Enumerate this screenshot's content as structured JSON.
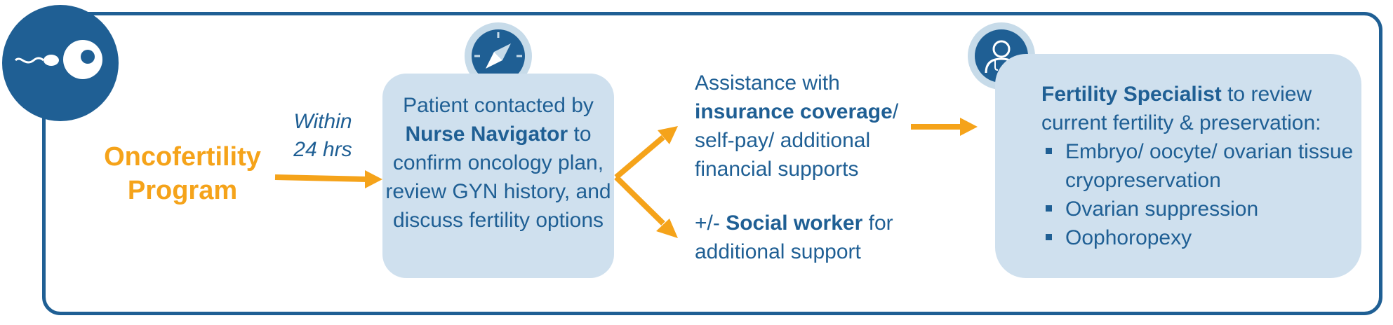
{
  "program": {
    "line1": "Oncofertility",
    "line2": "Program"
  },
  "timing": {
    "line1": "Within",
    "line2": "24 hrs"
  },
  "nurse_step": {
    "prefix": "Patient contacted by",
    "bold": "Nurse Navigator",
    "suffix": " to confirm oncology plan, review GYN history, and discuss fertility options"
  },
  "insurance_step": {
    "line1": "Assistance with",
    "bold": "insurance coverage",
    "suffix": "/ self-pay/ additional financial supports"
  },
  "social_step": {
    "prefix": "+/- ",
    "bold": "Social worker",
    "suffix": " for additional support"
  },
  "specialist_step": {
    "bold": "Fertility Specialist",
    "suffix": " to review current fertility & preservation:",
    "options": [
      "Embryo/ oocyte/ ovarian tissue cryopreservation",
      "Ovarian suppression",
      "Oophoropexy"
    ]
  },
  "icons": {
    "program": "sperm-egg-icon",
    "nurse": "compass-icon",
    "specialist": "doctor-icon"
  },
  "colors": {
    "navy": "#1f5f94",
    "orange": "#f5a31a",
    "light_blue": "#cfe0ee",
    "icon_ring": "#c7dbe9"
  }
}
